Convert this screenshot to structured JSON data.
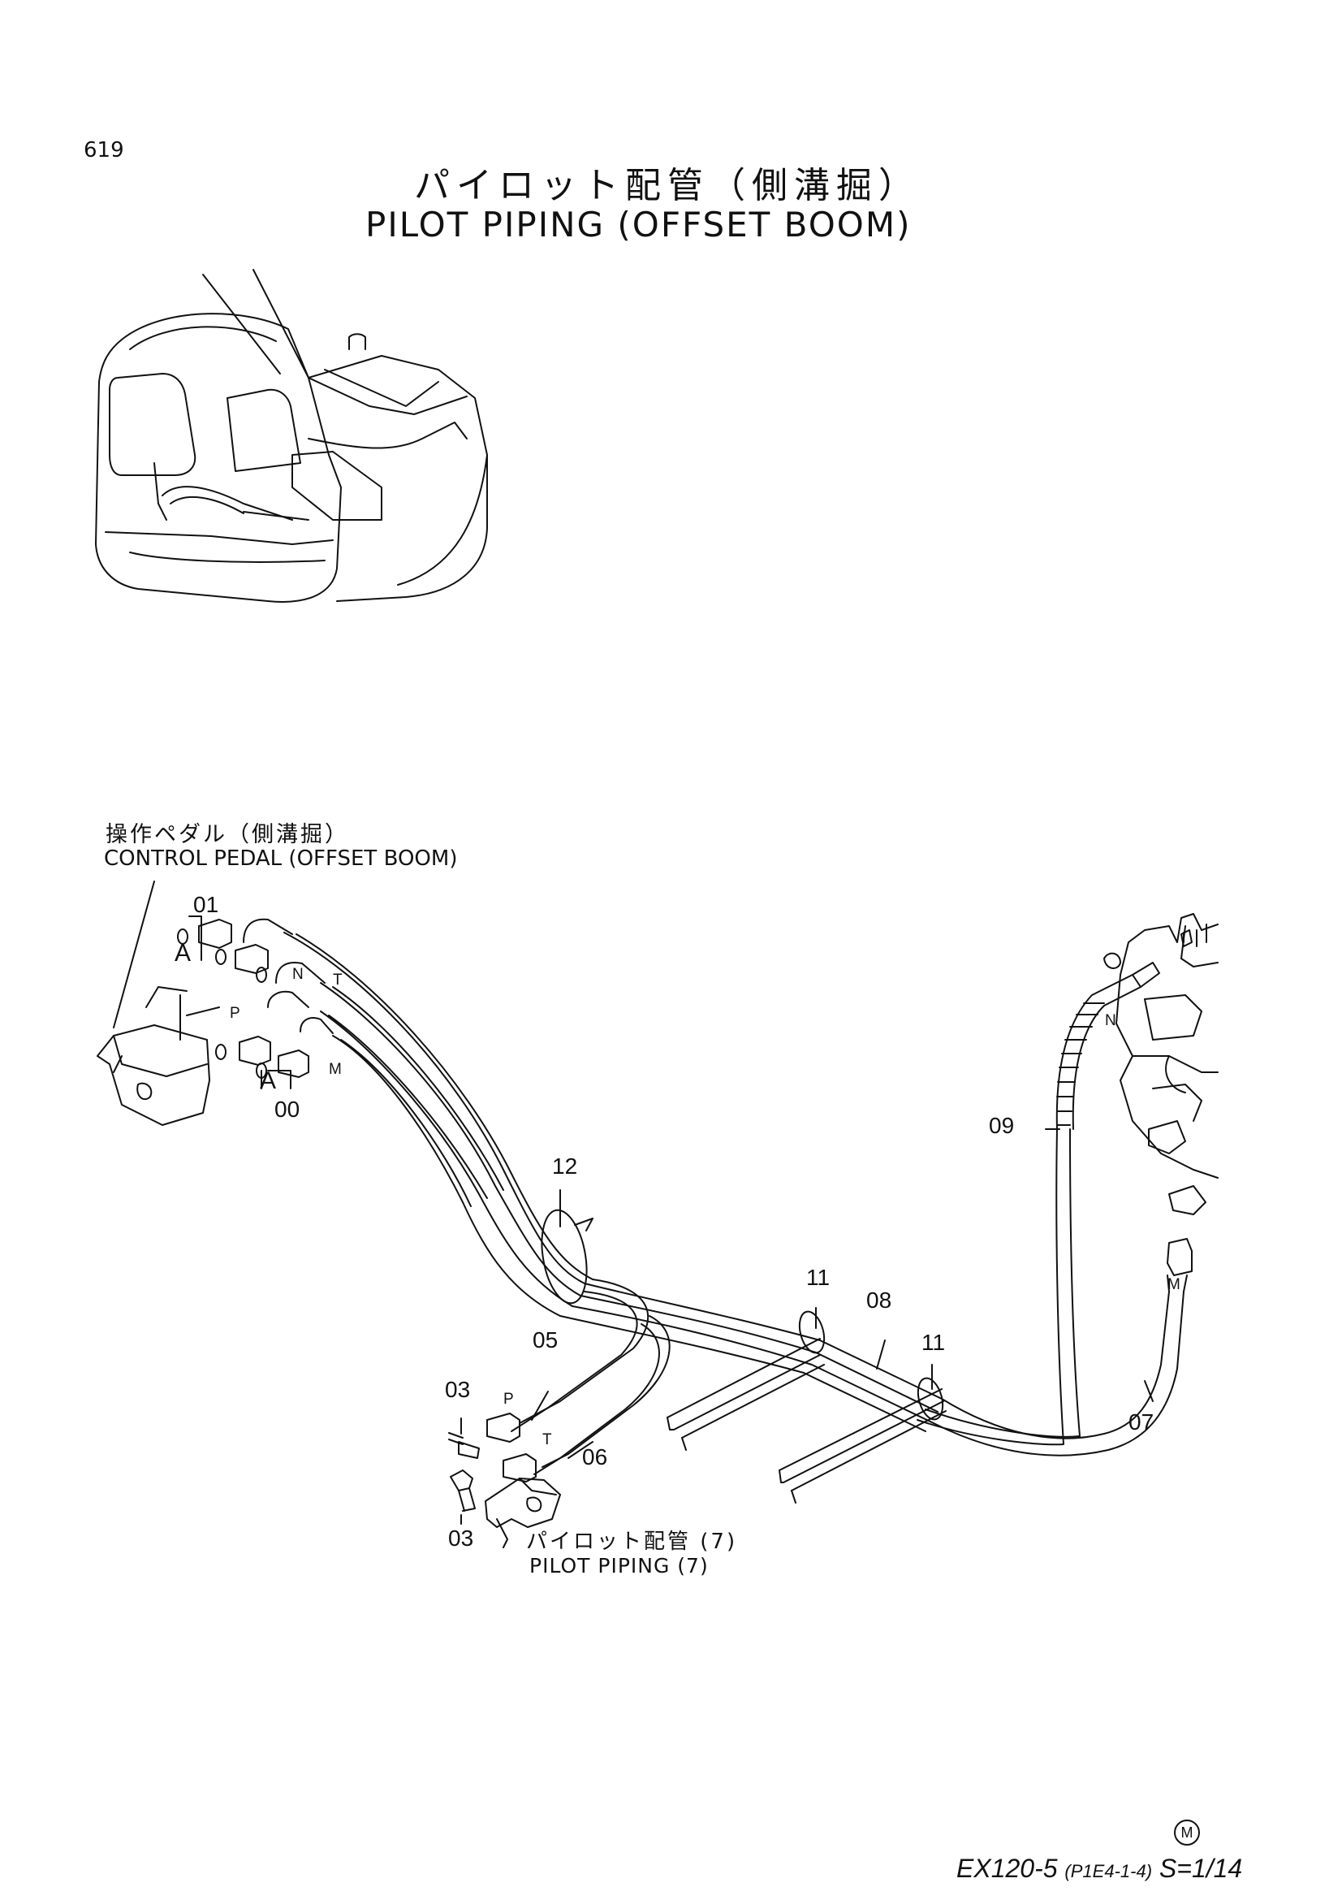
{
  "page_number": "619",
  "title_ja": "パイロット配管（側溝掘）",
  "title_en": "PILOT PIPING (OFFSET BOOM)",
  "pedal_label_ja": "操作ペダル（側溝掘）",
  "pedal_label_en": "CONTROL PEDAL (OFFSET BOOM)",
  "pilot7_label_ja": "パイロット配管 (7)",
  "pilot7_label_en": "PILOT PIPING (7)",
  "part_numbers": {
    "p00": "00",
    "p01": "01",
    "p03a": "03",
    "p03b": "03",
    "p05": "05",
    "p06": "06",
    "p07": "07",
    "p08": "08",
    "p09": "09",
    "p11a": "11",
    "p11b": "11",
    "p12": "12"
  },
  "port_letters": {
    "n_top": "N",
    "t_top": "T",
    "p_left": "P",
    "m_left": "M",
    "n_right": "N",
    "m_right": "M",
    "p_bottom": "P",
    "t_bottom": "T",
    "a_upper": "A",
    "a_lower": "A"
  },
  "footer": {
    "model": "EX120-5",
    "code": "(P1E4-1-4)",
    "scale": "S=1/14",
    "badge": "M"
  }
}
